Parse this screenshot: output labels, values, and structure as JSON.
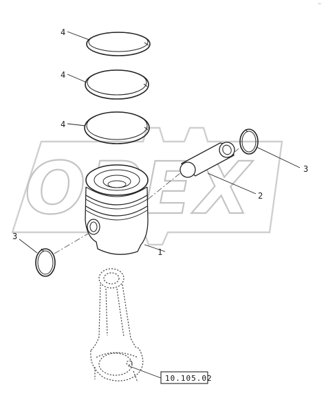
{
  "corner_mark": "—",
  "watermark": "OPEX",
  "callouts": [
    {
      "id": "callout-ring-top",
      "label": "4"
    },
    {
      "id": "callout-ring-middle",
      "label": "4"
    },
    {
      "id": "callout-ring-bottom",
      "label": "4"
    },
    {
      "id": "callout-pin-clip-right",
      "label": "3"
    },
    {
      "id": "callout-piston-pin",
      "label": "2"
    },
    {
      "id": "callout-pin-clip-left",
      "label": "3"
    },
    {
      "id": "callout-piston",
      "label": "1"
    }
  ],
  "reference_box": {
    "text": "10.105.02"
  }
}
